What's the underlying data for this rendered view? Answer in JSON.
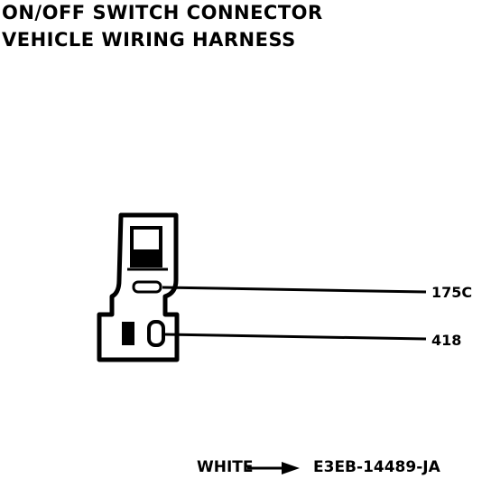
{
  "title": {
    "line1": "ON/OFF SWITCH CONNECTOR",
    "line2": "VEHICLE WIRING HARNESS"
  },
  "wires": [
    {
      "label": "175C"
    },
    {
      "label": "418"
    }
  ],
  "footer": {
    "color_label": "WHITE",
    "part_code": "E3EB-14489-JA"
  },
  "colors": {
    "ink": "#000000",
    "background": "#ffffff"
  }
}
